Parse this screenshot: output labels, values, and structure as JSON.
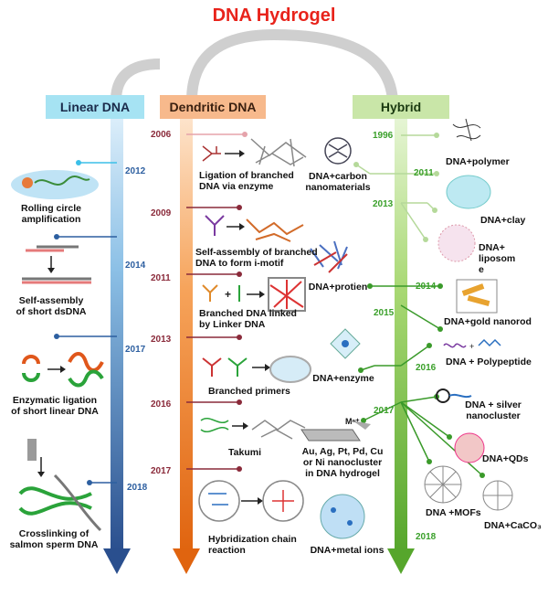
{
  "title": "DNA Hydrogel",
  "columns": {
    "linear": {
      "header": "Linear DNA",
      "color": "#2d5fa0",
      "years": [
        "2012",
        "2014",
        "2017",
        "2018"
      ],
      "items": [
        "Rolling circle\namplification",
        "Self-assembly\nof short dsDNA",
        "Enzymatic ligation\nof short  linear DNA",
        "Crosslinking of\nsalmon sperm DNA"
      ]
    },
    "dendritic": {
      "header": "Dendritic DNA",
      "color": "#e86b1a",
      "years": [
        "2006",
        "2009",
        "2011",
        "2013",
        "2016",
        "2017"
      ],
      "items": [
        "Ligation of branched\nDNA via enzyme",
        "Self-assembly of branched\nDNA to form i-motif",
        "Branched DNA linked\nby Linker DNA",
        "Branched primers",
        "Takumi",
        "Hybridization chain\nreaction"
      ]
    },
    "hybrid": {
      "header": "Hybrid",
      "color": "#2f9a2f",
      "years": [
        "1996",
        "2011",
        "2013",
        "2014",
        "2015",
        "2016",
        "2017",
        "2018"
      ],
      "items_left": [
        "DNA+carbon\nnanomaterials",
        "DNA+protien",
        "DNA+enzyme",
        "Au, Ag, Pt, Pd, Cu\nor Ni nanocluster\nin DNA hydrogel",
        "DNA+metal ions"
      ],
      "items_right": [
        "DNA+polymer",
        "DNA+clay",
        "DNA+\nliposom\ne",
        "DNA+gold nanorod",
        "DNA + Polypeptide",
        "DNA + silver\nnanocluster",
        "DNA+QDs",
        "DNA +MOFs",
        "DNA+CaCO₃"
      ],
      "metal_label": "Mⁿ⁺"
    }
  }
}
